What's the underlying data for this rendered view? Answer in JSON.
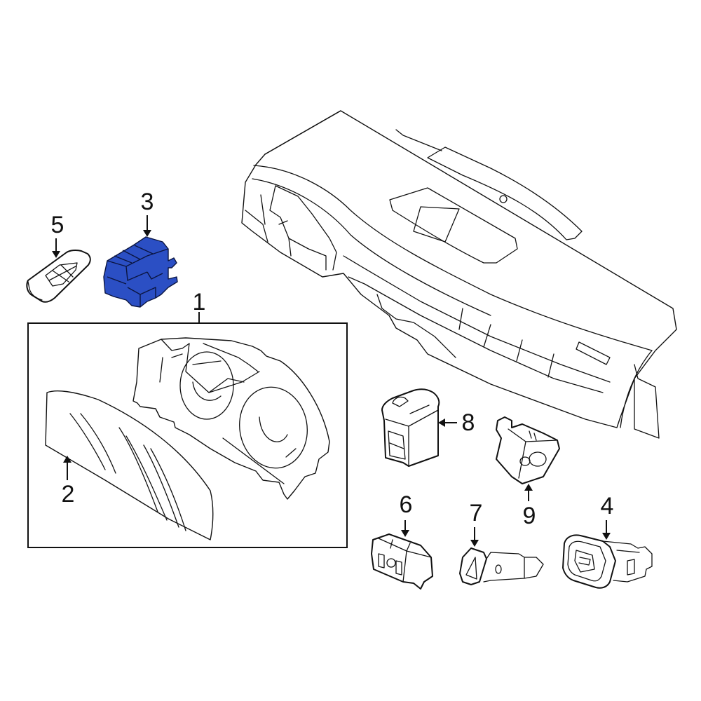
{
  "diagram": {
    "type": "exploded-parts-diagram",
    "subject": "Instrument panel / cluster components",
    "highlight_color": "#2B4FC4",
    "line_color": "#111111",
    "background": "#FFFFFF"
  },
  "callouts": [
    {
      "number": "1",
      "part": "instrument-cluster-assembly",
      "highlighted": false
    },
    {
      "number": "2",
      "part": "cluster-lens",
      "highlighted": false
    },
    {
      "number": "3",
      "part": "control-module",
      "highlighted": true
    },
    {
      "number": "4",
      "part": "window-switch",
      "highlighted": false
    },
    {
      "number": "5",
      "part": "key-fob-remote",
      "highlighted": false
    },
    {
      "number": "6",
      "part": "multi-button-switch",
      "highlighted": false
    },
    {
      "number": "7",
      "part": "hazard-switch",
      "highlighted": false
    },
    {
      "number": "8",
      "part": "push-switch",
      "highlighted": false
    },
    {
      "number": "9",
      "part": "ignition-socket",
      "highlighted": false
    }
  ],
  "labels": {
    "c1": "1",
    "c2": "2",
    "c3": "3",
    "c4": "4",
    "c5": "5",
    "c6": "6",
    "c7": "7",
    "c8": "8",
    "c9": "9"
  }
}
